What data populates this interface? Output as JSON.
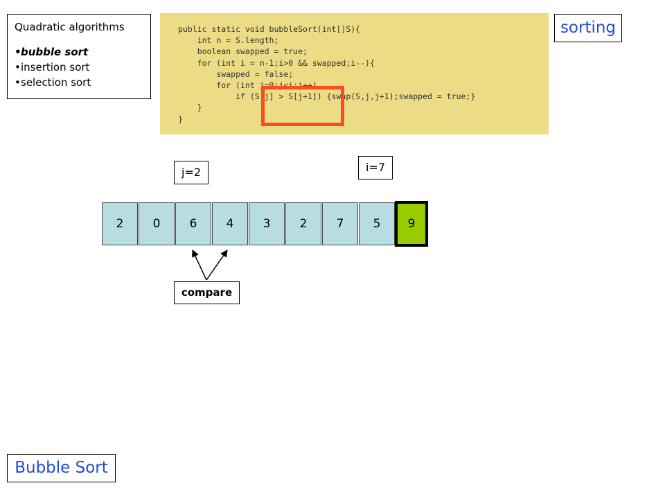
{
  "algorithms_panel": {
    "heading": "Quadratic algorithms",
    "items": [
      {
        "label": "bubble sort",
        "active": true
      },
      {
        "label": "insertion sort",
        "active": false
      },
      {
        "label": "selection sort",
        "active": false
      }
    ]
  },
  "code": {
    "lines": [
      "public static void bubbleSort(int[]S){",
      "    int n = S.length;",
      "    boolean swapped = true;",
      "    for (int i = n-1;i>0 && swapped;i--){",
      "        swapped = false;",
      "        for (int j=0;j<i;j++)",
      "            if (S[j] > S[j+1]) {swap(S,j,j+1);swapped = true;}",
      "    }",
      "}"
    ],
    "background_color": "#ecdc86",
    "highlight_color": "#ff4b1f"
  },
  "topic_tag": "sorting",
  "j_label": "j=2",
  "i_label": "i=7",
  "array": {
    "values": [
      "2",
      "0",
      "6",
      "4",
      "3",
      "2",
      "7",
      "5",
      "9"
    ],
    "cell_color": "#b7dde0",
    "sorted_color": "#99cc00",
    "sorted_from_index": 8
  },
  "compare_label": "compare",
  "page_title": "Bubble Sort",
  "accent_color": "#1f4fd1"
}
